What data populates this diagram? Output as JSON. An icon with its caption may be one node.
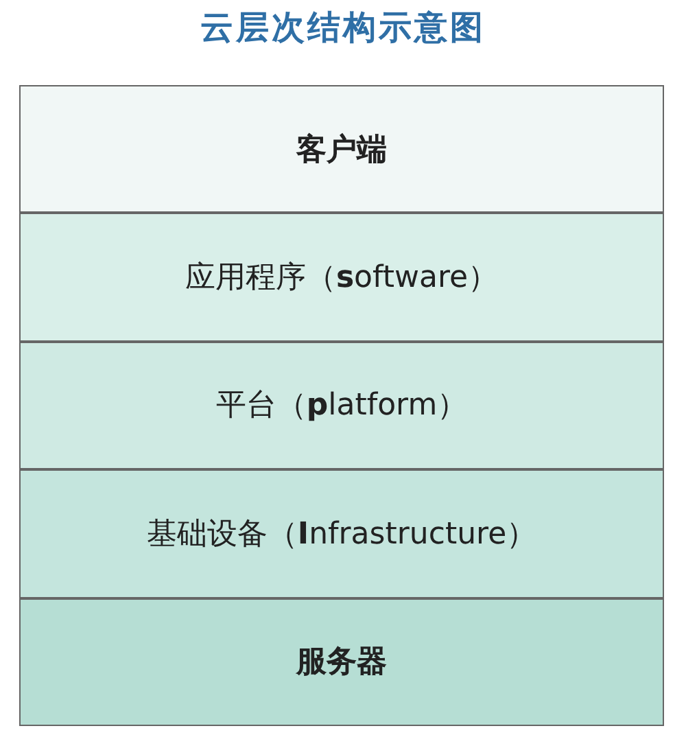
{
  "diagram": {
    "title": "云层次结构示意图",
    "nodes": [
      {
        "text": [
          "客户端"
        ]
      },
      {
        "text": [
          "应用程序（**s**oftware）"
        ]
      },
      {
        "text": [
          "平台（**p**latform）"
        ]
      },
      {
        "text": [
          "基础设备（**I**nfrastructure）"
        ]
      },
      {
        "text": [
          "服务器"
        ]
      }
    ]
  }
}
